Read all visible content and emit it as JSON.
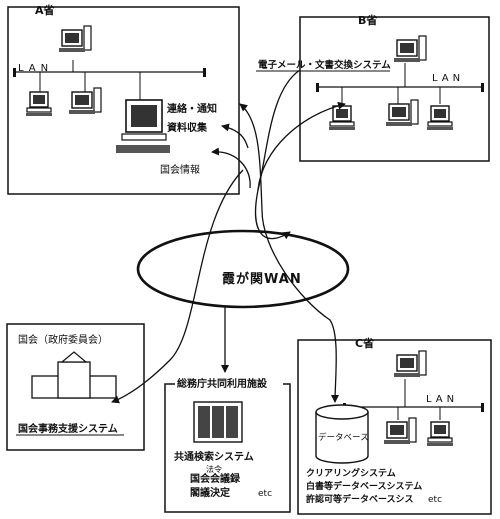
{
  "ministry_a": {
    "title": "A省",
    "lan": "LAN",
    "contact_label": "連絡・通知",
    "collect_label": "資料収集",
    "diet_info_label": "国会情報"
  },
  "ministry_b": {
    "title": "B省",
    "system_label": "電子メール・文書交換システム",
    "lan": "LAN"
  },
  "ministry_c": {
    "title": "C省",
    "lan": "LAN",
    "database_label": "データベース",
    "systems": [
      "クリアリングシステム",
      "白書等データベースシステム",
      "許認可等データベースシス"
    ],
    "etc": "etc"
  },
  "wan": {
    "label": "霞が関WAN"
  },
  "diet": {
    "title": "国会（政府委員会）",
    "system_label": "国会事務支援システム"
  },
  "shared_facility": {
    "title": "総務庁共同利用施設",
    "systems": [
      "共通検索システム",
      "法令",
      "国会会議録",
      "閣議決定"
    ],
    "etc": "etc"
  },
  "colors": {
    "line": "#111111",
    "background": "#ffffff"
  }
}
